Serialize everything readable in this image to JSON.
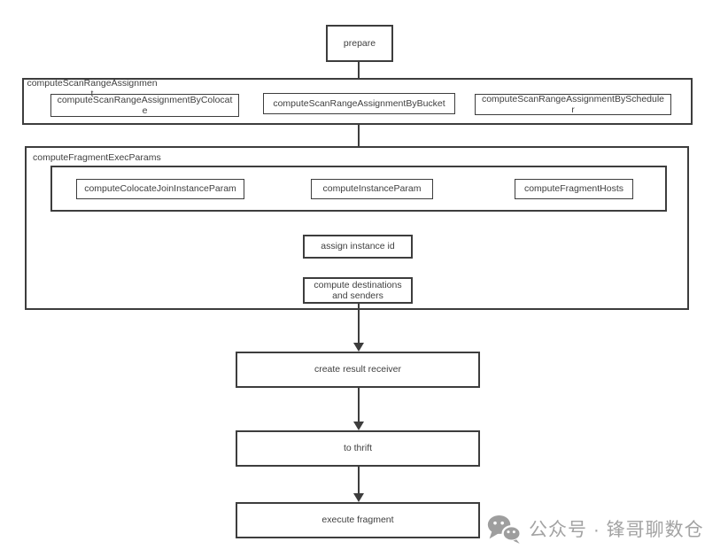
{
  "nodes": {
    "prepare": "prepare",
    "scan_group_label": "computeScanRangeAssignmen\nt",
    "by_colocate": "computeScanRangeAssignmentByColocat\ne",
    "by_bucket": "computeScanRangeAssignmentByBucket",
    "by_scheduler": "computeScanRangeAssignmentBySchedule\nr",
    "exec_group_label": "computeFragmentExecParams",
    "colocate_join": "computeColocateJoinInstanceParam",
    "instance_param": "computeInstanceParam",
    "fragment_hosts": "computeFragmentHosts",
    "assign_instance_id": "assign instance id",
    "destinations": "compute destinations\nand senders",
    "create_receiver": "create result receiver",
    "to_thrift": "to thrift",
    "execute_fragment": "execute fragment"
  },
  "watermark": {
    "icon": "wechat-icon",
    "label": "公众号 · 锋哥聊数仓"
  },
  "colors": {
    "line": "#3d3d3d",
    "text": "#404040",
    "watermark": "#a3a3a3",
    "background": "#ffffff"
  }
}
